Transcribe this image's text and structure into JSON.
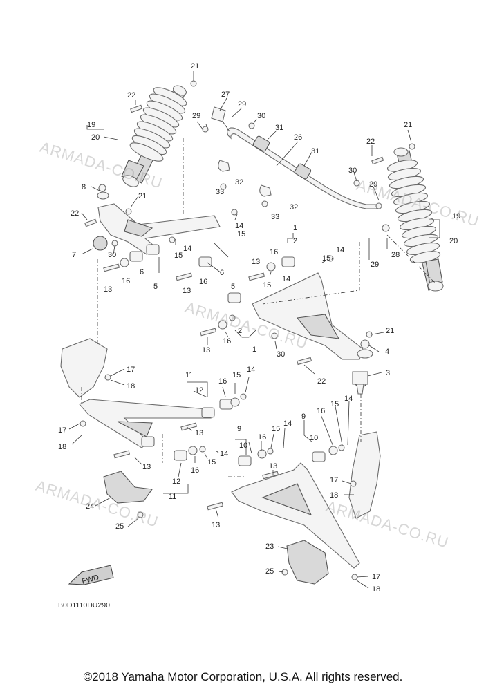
{
  "diagram": {
    "code": "B0D1110DU290",
    "copyright": "©2018 Yamaha Motor Corporation, U.S.A. All rights reserved.",
    "watermark": "ARMADA-CO.RU",
    "fwd_label": "FWD",
    "callouts": {
      "c21a": "21",
      "c22a": "22",
      "c19a": "19",
      "c20a": "20",
      "c8": "8",
      "c21b": "21",
      "c22b": "22",
      "c7": "7",
      "c30a": "30",
      "c13a": "13",
      "c16a": "16",
      "c6a": "6",
      "c5a": "5",
      "c14a": "14",
      "c15a": "15",
      "c14b": "14",
      "c15b": "15",
      "c13b": "13",
      "c16b": "16",
      "c6b": "6",
      "c5b": "5",
      "c27": "27",
      "c29a": "29",
      "c29b": "29",
      "c30b": "30",
      "c31a": "31",
      "c26": "26",
      "c32a": "32",
      "c33a": "33",
      "c31b": "31",
      "c32b": "32",
      "c33b": "33",
      "c30c": "30",
      "c29c": "29",
      "c21c": "21",
      "c22c": "22",
      "c19b": "19",
      "c20b": "20",
      "c28": "28",
      "c29d": "29",
      "c1a": "1",
      "c2a": "2",
      "c16c": "16",
      "c14c": "14",
      "c15c": "15",
      "c13c": "13",
      "c15d": "15",
      "c14d": "14",
      "c2b": "2",
      "c16d": "16",
      "c13d": "13",
      "c1b": "1",
      "c30d": "30",
      "c21d": "21",
      "c4": "4",
      "c22d": "22",
      "c3": "3",
      "c17a": "17",
      "c18a": "18",
      "c11a": "11",
      "c12a": "12",
      "c16e": "16",
      "c15e": "15",
      "c14e": "14",
      "c13e": "13",
      "c17b": "17",
      "c18b": "18",
      "c13f": "13",
      "c12b": "12",
      "c11b": "11",
      "c16f": "16",
      "c15f": "15",
      "c14f": "14",
      "c9a": "9",
      "c10a": "10",
      "c16g": "16",
      "c15g": "15",
      "c14g": "14",
      "c13g": "13",
      "c9b": "9",
      "c10b": "10",
      "c16h": "16",
      "c15h": "15",
      "c14h": "14",
      "c17c": "17",
      "c18c": "18",
      "c24": "24",
      "c25a": "25",
      "c13h": "13",
      "c23": "23",
      "c25b": "25",
      "c17d": "17",
      "c18d": "18"
    }
  }
}
